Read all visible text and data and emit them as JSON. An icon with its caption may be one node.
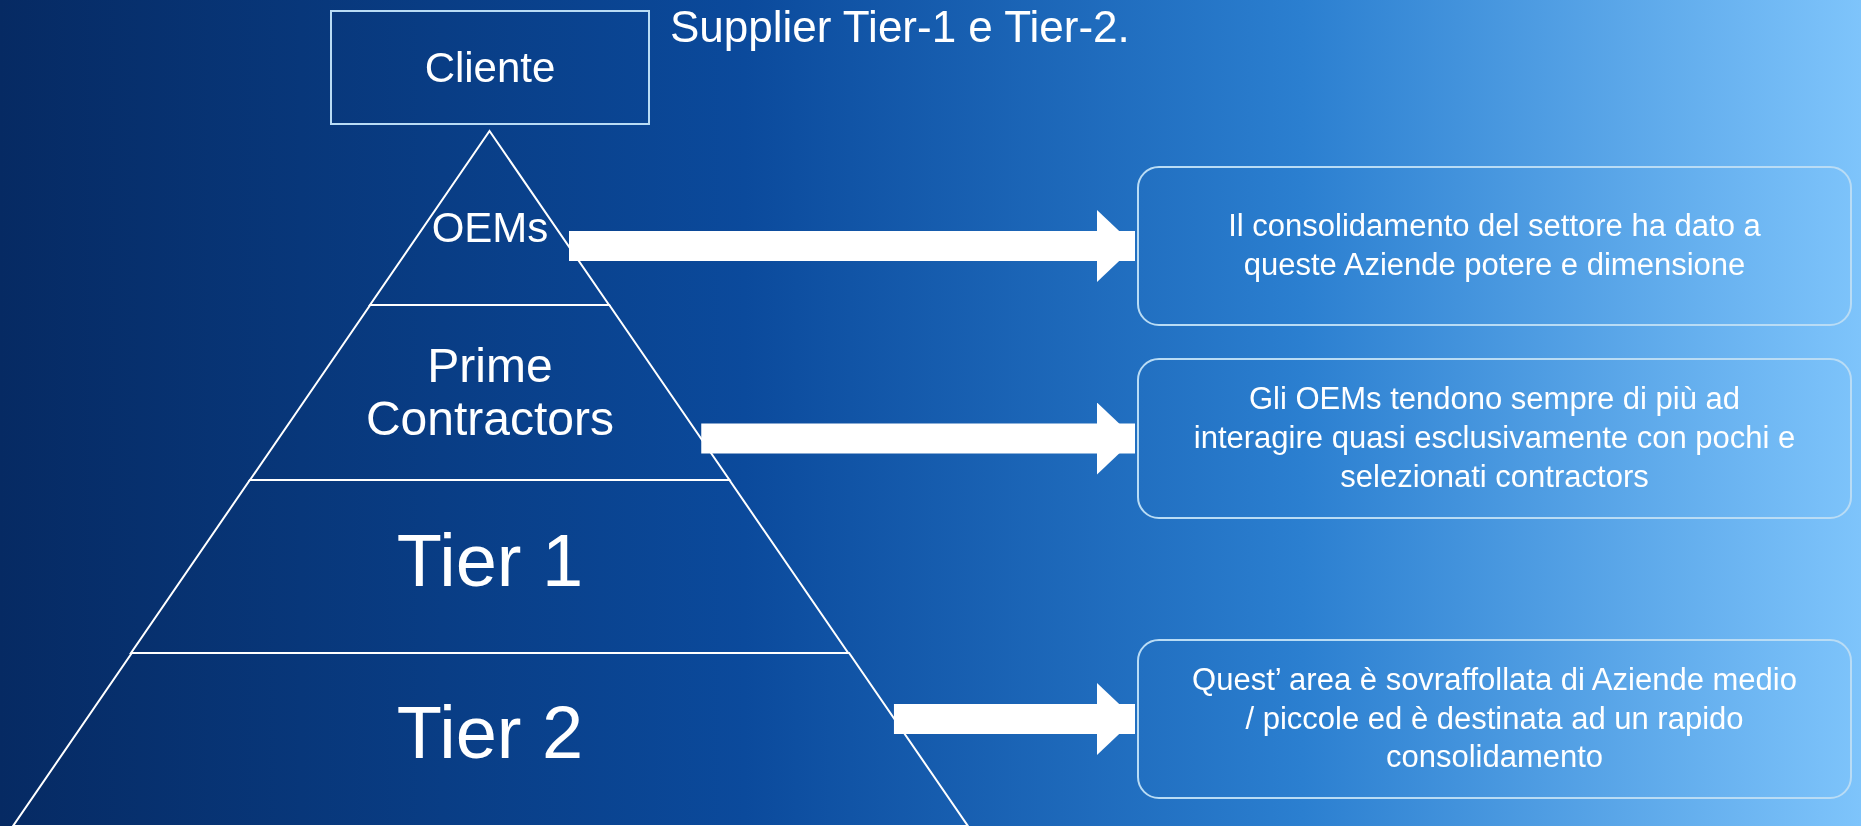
{
  "diagram": {
    "nodes": [
      {
        "text": [
          "Cliente"
        ]
      },
      {
        "text": [
          "OEMs"
        ]
      },
      {
        "text": [
          "Prime Contractors"
        ]
      },
      {
        "text": [
          "Tier 1"
        ]
      },
      {
        "text": [
          "Tier 2"
        ]
      },
      {
        "text": [
          "Il consolidamento del settore ha dato a queste Aziende potere e dimensione"
        ]
      },
      {
        "text": [
          "Gli OEMs tendono sempre di più ad interagire quasi esclusivamente con pochi e selezionati contractors"
        ]
      },
      {
        "text": [
          "Quest’ area è sovraffollata di Aziende medio / piccole ed è destinata ad un rapido consolidamento"
        ]
      }
    ],
    "edges": [
      {
        "from": 1,
        "to": 5,
        "arrow": "to"
      },
      {
        "from": 2,
        "to": 6,
        "arrow": "to"
      },
      {
        "from": 4,
        "to": 7,
        "arrow": "to"
      }
    ],
    "labels": [
      "Supplier Tier-1 e Tier-2."
    ]
  }
}
